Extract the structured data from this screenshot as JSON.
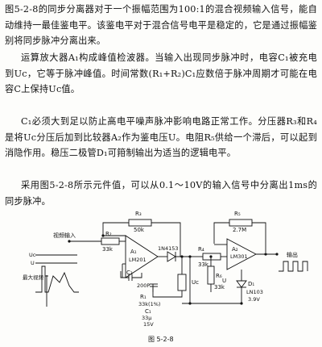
{
  "text": {
    "p1": "图5-2-8的同步分离器对于一个振幅范围为100:1的混合视频输入信号，能自动维持一最佳鉴电平。该鉴电平对于混合信号电平是稳定的，它是通过振幅鉴别将同步脉冲分离出来。",
    "p2": "运算放大器A₁构成峰值检波器。当输入出现同步脉冲时，电容C₁被充电到Uc，它等于脉冲峰值。时间常数(R₁+R₂)C₁应数倍于脉冲周期才可能在电容C上保持Uc值。",
    "p3": "C₁必须大到足以防止高电平噪声脉冲影响电路正常工作。分压器R₃和R₄是将Uc分压后加到比较器A₂作为鉴电压U。电阻R₅供给一个滞后，可以起到消隐作用。稳压二极管D₁可箝制输出为适当的逻辑电平。",
    "p4": "采用图5-2-8所示元件值，可以从0.1～10V的输入信号中分离出1ms的同步脉冲。"
  },
  "circuit": {
    "labels": {
      "r3": "R₃",
      "r3_val": "50k",
      "r5": "R₅",
      "r5_val": "2.7M",
      "input": "视频输入",
      "r2": "R₂",
      "r2_val": "33k",
      "a1": "A₁",
      "a1_part": "LM201",
      "c2": "C₂",
      "c2_val": "200P",
      "diode": "1N4153",
      "r1": "R₁",
      "r1_val": "33k(1%)",
      "c1": "C₁",
      "c1_val1": "33μ",
      "c1_val2": "15V",
      "uc": "Uc",
      "r4": "R₄",
      "r4_val": "33k",
      "r6": "R₆",
      "r6_val": "33k",
      "u_label": "U",
      "a2": "A₂",
      "a2_part": "LM301",
      "output": "输出",
      "d1": "D₁",
      "d1_part": "LN103",
      "d1_val": "3.9V",
      "wave_uc": "Uc",
      "wave_u": "U",
      "wave_label": "最大视频"
    },
    "caption": "图 5-2-8"
  }
}
